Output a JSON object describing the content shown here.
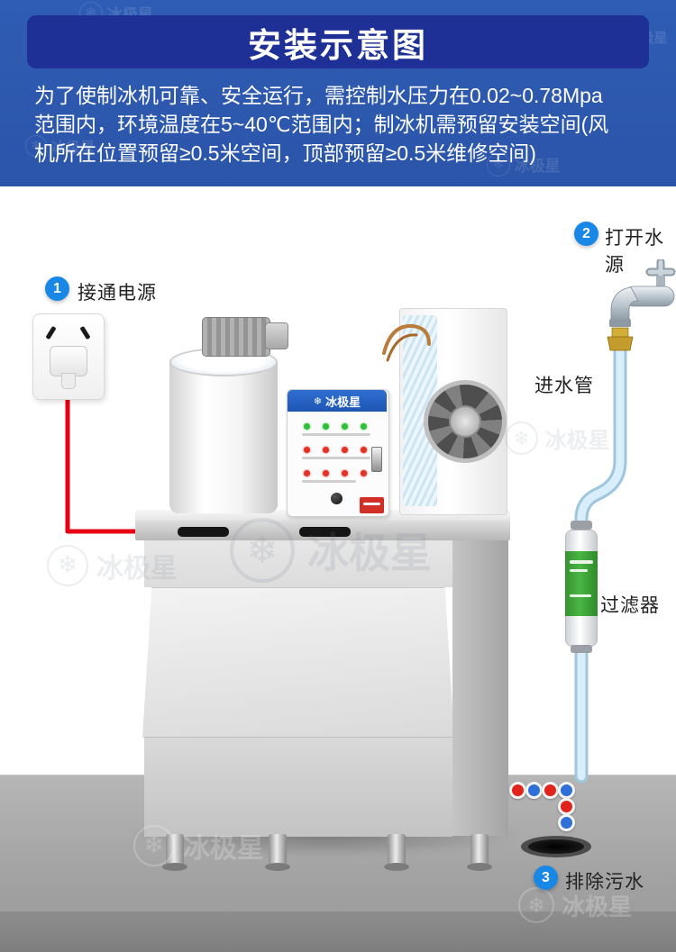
{
  "title": "安装示意图",
  "intro": {
    "lines": [
      "为了使制冰机可靠、安全运行，需控制水压力在0.02~0.78Mpa",
      "范围内，环境温度在5~40℃范围内；制冰机需预留安装空间(风",
      "机所在位置预留≥0.5米空间，顶部预留≥0.5米维修空间)"
    ]
  },
  "steps": [
    {
      "number": "1",
      "label": "接通电源"
    },
    {
      "number": "2",
      "label": "打开水源"
    },
    {
      "number": "3",
      "label": "排除污水"
    }
  ],
  "labels": {
    "inlet_pipe": "进水管",
    "filter": "过滤器"
  },
  "brand": {
    "name": "冰极星",
    "logo_glyph": "❄"
  },
  "watermark": {
    "text": "冰极星",
    "glyph": "❄"
  },
  "colors": {
    "header_background": "#2e59ae",
    "title_band": "#1e2f96",
    "step_badge_blue": "#1887e6",
    "cable_red": "#e60012",
    "pipe_blue": "#d8eefb",
    "filter_green": "#3fa33b"
  }
}
